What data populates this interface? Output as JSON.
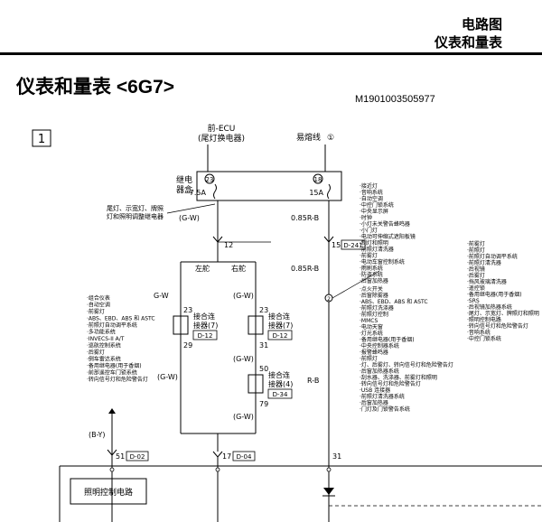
{
  "header": {
    "section": "电路图",
    "subsection": "仪表和量表"
  },
  "title": "仪表和量表 <6G7>",
  "code": "M1901003505977",
  "diagram": {
    "sheet_number": "1",
    "ecu_label": "前-ECU",
    "ecu_sub": "(尾灯换电器)",
    "fuse_link": "易熔线",
    "fuse_link_num": "①",
    "relay_box": [
      "继电",
      "器盒"
    ],
    "term_23": "23",
    "term_18": "18",
    "amp_left": "7.5A",
    "amp_right": "15A",
    "taillight_note": [
      "尾灯、示宽灯、牌照",
      "灯和照明调整继电器"
    ],
    "wire_gw": "(G-W)",
    "wire_085rb": "0.85R-B",
    "wire_085rb2": "0.85R-B",
    "num_12": "12",
    "num_15": "15",
    "code_d241": "D-241",
    "left_drive": "左舵",
    "right_drive": "右舵",
    "gw_left": "G-W",
    "gw_right": "(G-W)",
    "conn_left": {
      "top": "23",
      "bottom": "29",
      "lines": [
        "接合连",
        "接器(7)"
      ],
      "code": "D-12"
    },
    "conn_right": {
      "top": "23",
      "bottom": "31",
      "lines": [
        "接合连",
        "接器(7)"
      ],
      "code": "D-12"
    },
    "conn_right2": {
      "top": "50",
      "bottom": "79",
      "lines": [
        "接合连",
        "接器(4)"
      ],
      "code": "D-34"
    },
    "gw_right_2": "(G-W)",
    "gw_right_3": "(G-W)",
    "gw_left_2": "(G-W)",
    "rb": "R-B",
    "by": "(B-Y)",
    "num_51": "51",
    "code_d02": "D-02",
    "num_17": "17",
    "code_d04": "D-04",
    "num_31": "31",
    "box_label": "照明控制电路",
    "list_a": [
      "·组合仪表",
      "·自动空调",
      "·前雾灯",
      "·ABS、EBD、ABS 和 ASTC",
      "·前照灯自动调平系统",
      "·多功能系统",
      "·INVECS-II A/T",
      "·巡航控制系统",
      "·后雾灯",
      "·倒车雷达系统",
      "·备用继电器(用于香烟)",
      "·前部遥控车门锁系统",
      "·转向信号灯和危险警告灯"
    ],
    "list_b": [
      "·接近灯",
      "·音响系统",
      "·自动空调",
      "·中控门锁系统",
      "·中央显示屏",
      "·时钟",
      "·小灯未关警告蜂鸣器",
      "·小门灯",
      "·电动可伸缩式遮阳板镜",
      "·制灯和照明",
      "·前照灯清洗器",
      "·前雾灯",
      "·电动车窗控制系统",
      "·雨刷系统",
      "·防盗系统",
      "·后窗加热器"
    ],
    "list_c": [
      "·点火开关",
      "·后窗除雾器",
      "·ABS、EBD、ABS 和 ASTC",
      "·前照灯洗涤器",
      "·前照灯控制",
      "·MMCS",
      "·电动天窗",
      "·灯光系统",
      "·备用继电器(用于香烟)",
      "·中央控制器系统",
      "·报警蜂鸣器",
      "·前照灯",
      "·灯、后雾灯、转向信号灯和危险警告灯",
      "·后窗加热器系统",
      "·刮水器、洗涤器、前雾灯和照明",
      "·转向信号灯和危险警告灯",
      "·USB 连接器",
      "·前照灯清洗器系统",
      "·后窗加热器",
      "·门灯及门锁警告系统"
    ],
    "list_d": [
      "·前雾灯",
      "·前照灯",
      "·前照灯自动调平系统",
      "·前照灯清洗器",
      "·后视镜",
      "·后雾灯",
      "·挡风玻璃清洗器",
      "·遥控锁",
      "·备用继电器(用于香烟)",
      "·SRS",
      "·后视镜加热器系统",
      "·尾灯、示宽灯、牌照灯和照明",
      "·照明控制电路",
      "·转向信号灯和危险警告灯",
      "·音响系统",
      "·中控门锁系统"
    ]
  }
}
